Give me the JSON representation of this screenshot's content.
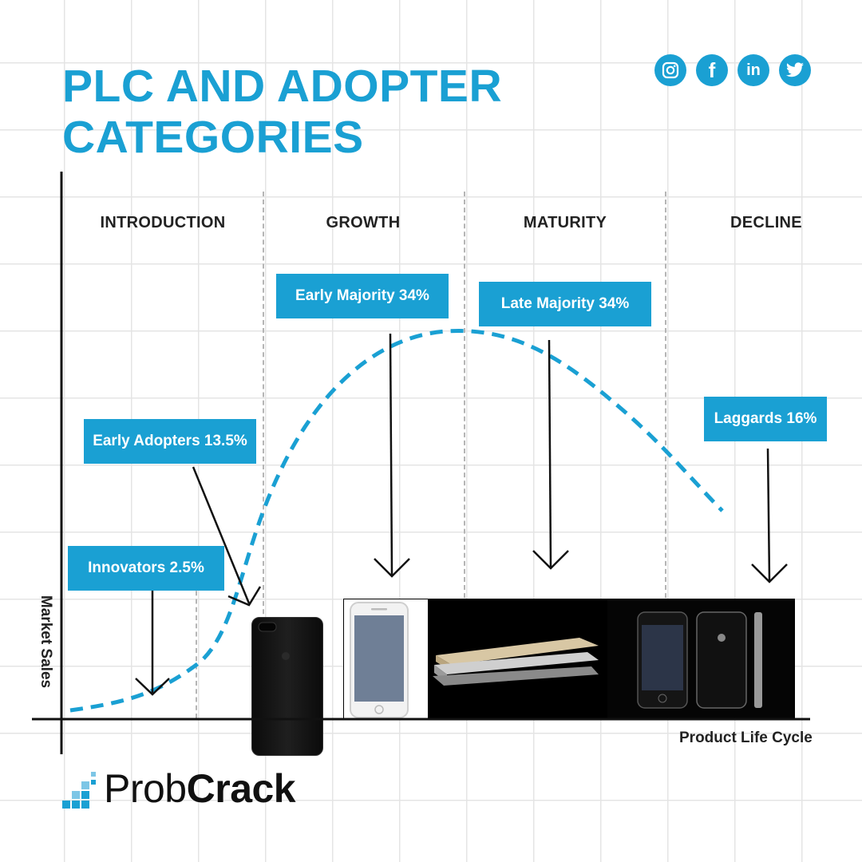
{
  "title": "PLC AND ADOPTER\nCATEGORIES",
  "social": [
    {
      "icon": "instagram-icon"
    },
    {
      "icon": "facebook-icon",
      "glyph": "f"
    },
    {
      "icon": "linkedin-icon",
      "glyph": "in"
    },
    {
      "icon": "twitter-icon"
    }
  ],
  "stages": [
    "INTRODUCTION",
    "GROWTH",
    "MATURITY",
    "DECLINE"
  ],
  "adopters": [
    {
      "label": "Innovators 2.5%"
    },
    {
      "label": "Early Adopters 13.5%"
    },
    {
      "label": "Early Majority 34%"
    },
    {
      "label": "Late Majority 34%"
    },
    {
      "label": "Laggards 16%"
    }
  ],
  "axes": {
    "y_label": "Market Sales",
    "x_label": "Product Life Cycle"
  },
  "logo": {
    "regular": "Prob",
    "bold": "Crack"
  },
  "colors": {
    "accent": "#1aa0d3",
    "ink": "#111111",
    "grid": "#e4e4e4"
  }
}
